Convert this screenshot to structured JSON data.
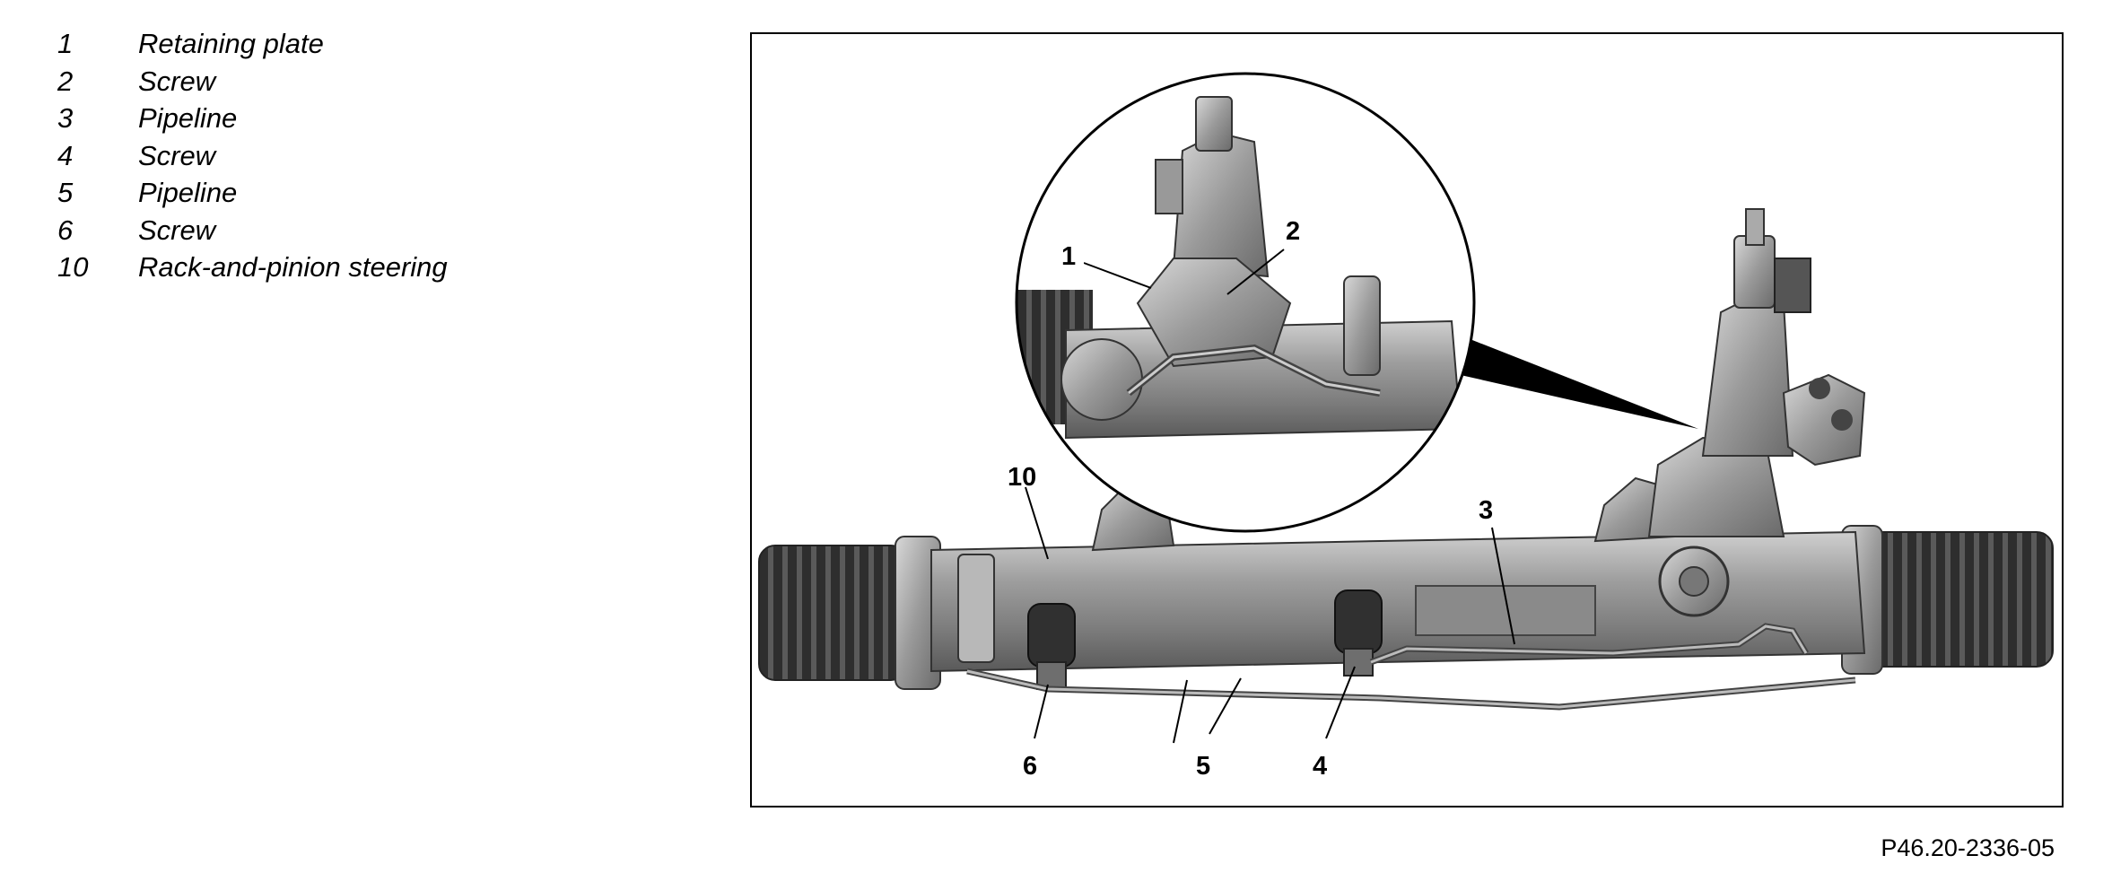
{
  "legend": [
    {
      "num": "1",
      "label": "Retaining plate"
    },
    {
      "num": "2",
      "label": "Screw"
    },
    {
      "num": "3",
      "label": "Pipeline"
    },
    {
      "num": "4",
      "label": "Screw"
    },
    {
      "num": "5",
      "label": "Pipeline"
    },
    {
      "num": "6",
      "label": "Screw"
    },
    {
      "num": "10",
      "label": "Rack-and-pinion steering"
    }
  ],
  "callouts": {
    "c1": "1",
    "c2": "2",
    "c3": "3",
    "c4": "4",
    "c5": "5",
    "c6": "6",
    "c10": "10"
  },
  "figure_id": "P46.20-2336-05"
}
